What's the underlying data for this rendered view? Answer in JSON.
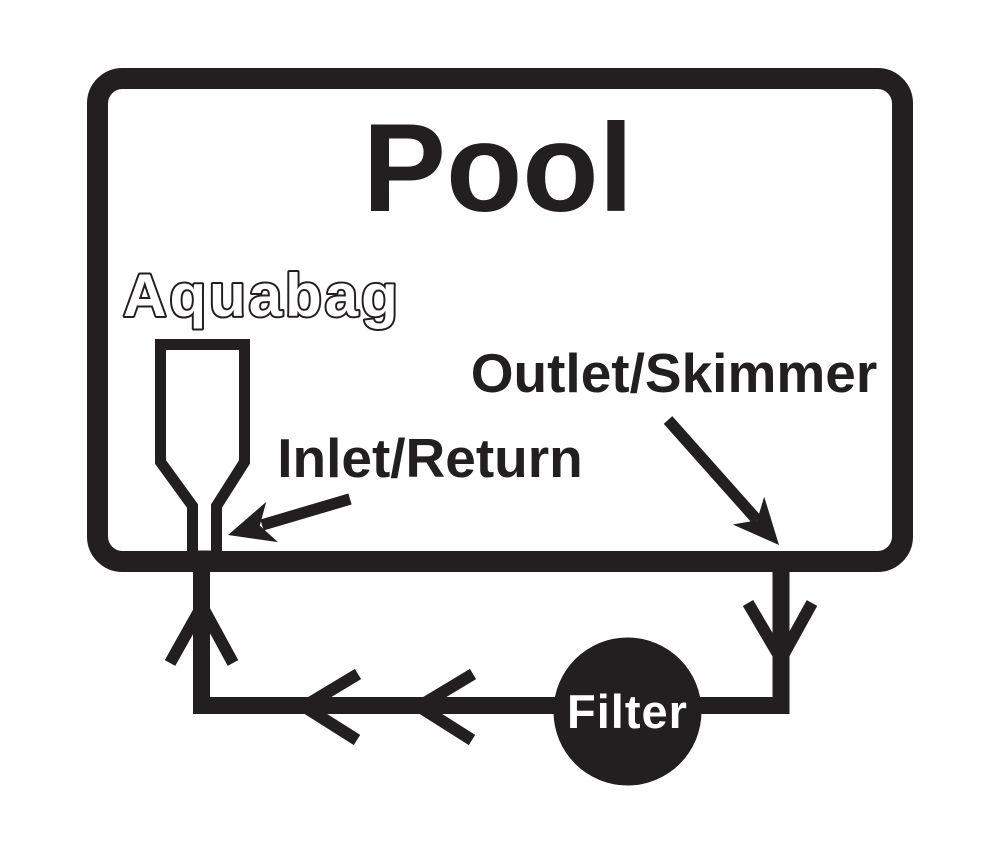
{
  "labels": {
    "pool": "Pool",
    "aquabag": "Aquabag",
    "inlet": "Inlet/Return",
    "outlet": "Outlet/Skimmer",
    "filter": "Filter"
  },
  "colors": {
    "ink": "#231f20",
    "background": "#ffffff",
    "label_outline_fill": "#ffffff",
    "filter_text": "#ffffff"
  }
}
